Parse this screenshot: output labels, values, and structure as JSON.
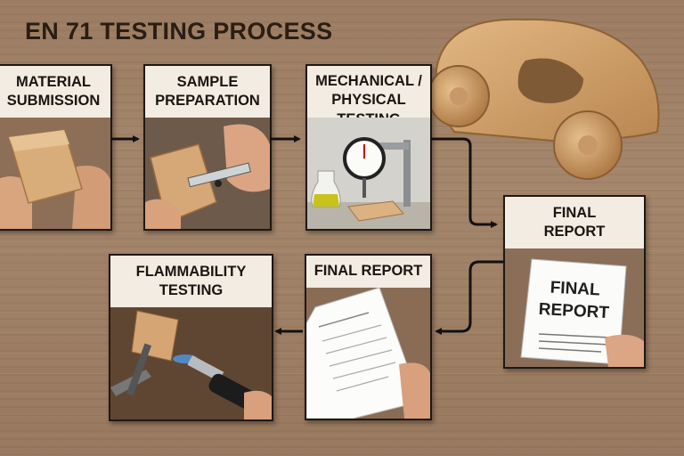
{
  "title": "EN 71 TESTING PROCESS",
  "steps": [
    {
      "label": "MATERIAL\nSUBMISSION"
    },
    {
      "label": "SAMPLE\nPREPARATION"
    },
    {
      "label": "MECHANICAL /\nPHYSICAL\nTESTING"
    },
    {
      "label": "FINAL\nREPORT"
    },
    {
      "label": "FINAL REPORT"
    },
    {
      "label": "FLAMMABILITY\nTESTING"
    }
  ],
  "paper_text": "FINAL\nREPORT"
}
